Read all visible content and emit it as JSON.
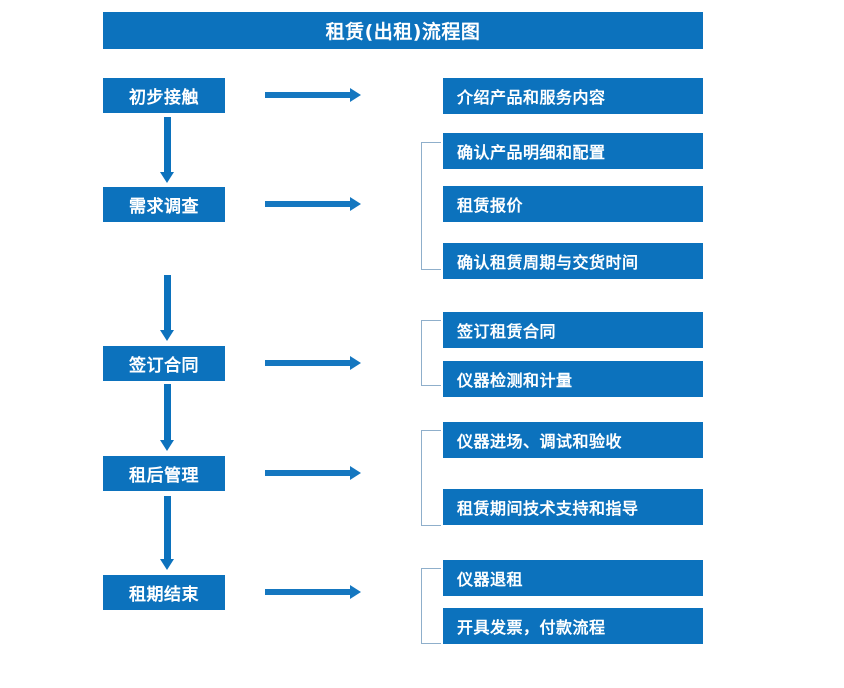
{
  "title": {
    "text": "租赁(出租)流程图"
  },
  "colors": {
    "box_blue": "#0C72BD",
    "arrow_blue": "#1577C0",
    "bracket_gray_blue": "#8FAFCB",
    "text_white": "#FFFFFF",
    "background": "#FFFFFF"
  },
  "stages": [
    {
      "label": "初步接触",
      "details": [
        "介绍产品和服务内容"
      ],
      "bracketed": false
    },
    {
      "label": "需求调查",
      "details": [
        "确认产品明细和配置",
        "租赁报价",
        "确认租赁周期与交货时间"
      ],
      "bracketed": true
    },
    {
      "label": "签订合同",
      "details": [
        "签订租赁合同",
        "仪器检测和计量"
      ],
      "bracketed": true
    },
    {
      "label": "租后管理",
      "details": [
        "仪器进场、调试和验收",
        "租赁期间技术支持和指导"
      ],
      "bracketed": true
    },
    {
      "label": "租期结束",
      "details": [
        "仪器退租",
        "开具发票，付款流程"
      ],
      "bracketed": true
    }
  ],
  "detail_boxes": [
    "介绍产品和服务内容",
    "确认产品明细和配置",
    "租赁报价",
    "确认租赁周期与交货时间",
    "签订租赁合同",
    "仪器检测和计量",
    "仪器进场、调试和验收",
    "租赁期间技术支持和指导",
    "仪器退租",
    "开具发票，付款流程"
  ],
  "stage_labels": [
    "初步接触",
    "需求调查",
    "签订合同",
    "租后管理",
    "租期结束"
  ],
  "flow_arrows": {
    "vertical_count": 4,
    "horizontal_count": 5,
    "direction_vertical": "down",
    "direction_horizontal": "right"
  }
}
